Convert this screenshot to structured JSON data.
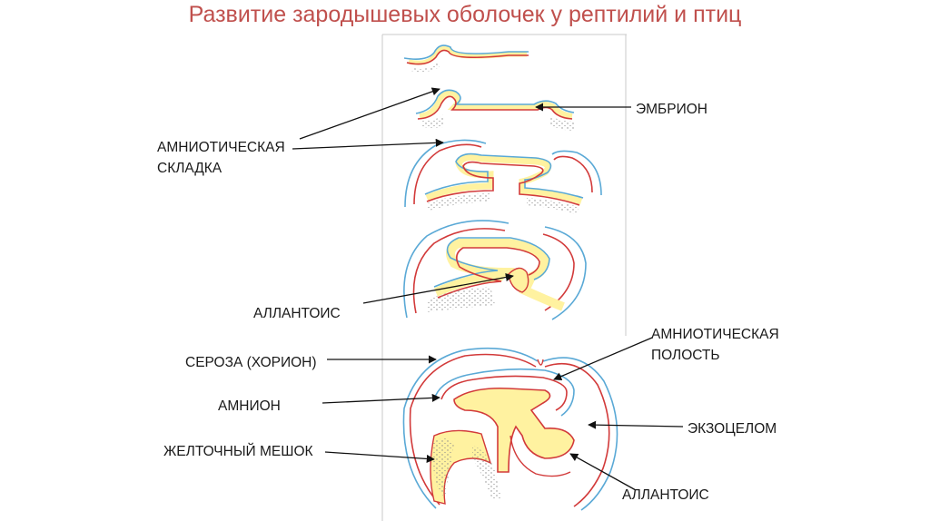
{
  "title": "Развитие зародышевых оболочек у рептилий и птиц",
  "colors": {
    "title": "#c0504d",
    "serosa_line": "#d23a3a",
    "ectoderm_line": "#5aa9d6",
    "yolk_fill": "#fff2a0",
    "yolk_stipple": "#999999",
    "arrow": "#111111"
  },
  "labels": {
    "embryo": "ЭМБРИОН",
    "amniotic_fold_line1": "АМНИОТИЧЕСКАЯ",
    "amniotic_fold_line2": "СКЛАДКА",
    "allantois_top": "АЛЛАНТОИС",
    "serosa": "СЕРОЗА (ХОРИОН)",
    "amniotic_cavity_line1": "АМНИОТИЧЕСКАЯ",
    "amniotic_cavity_line2": "ПОЛОСТЬ",
    "amnion": "АМНИОН",
    "exocoelom": "ЭКЗОЦЕЛОМ",
    "yolk_sac": "ЖЕЛТОЧНЫЙ МЕШОК",
    "allantois_bottom": "АЛЛАНТОИС"
  }
}
